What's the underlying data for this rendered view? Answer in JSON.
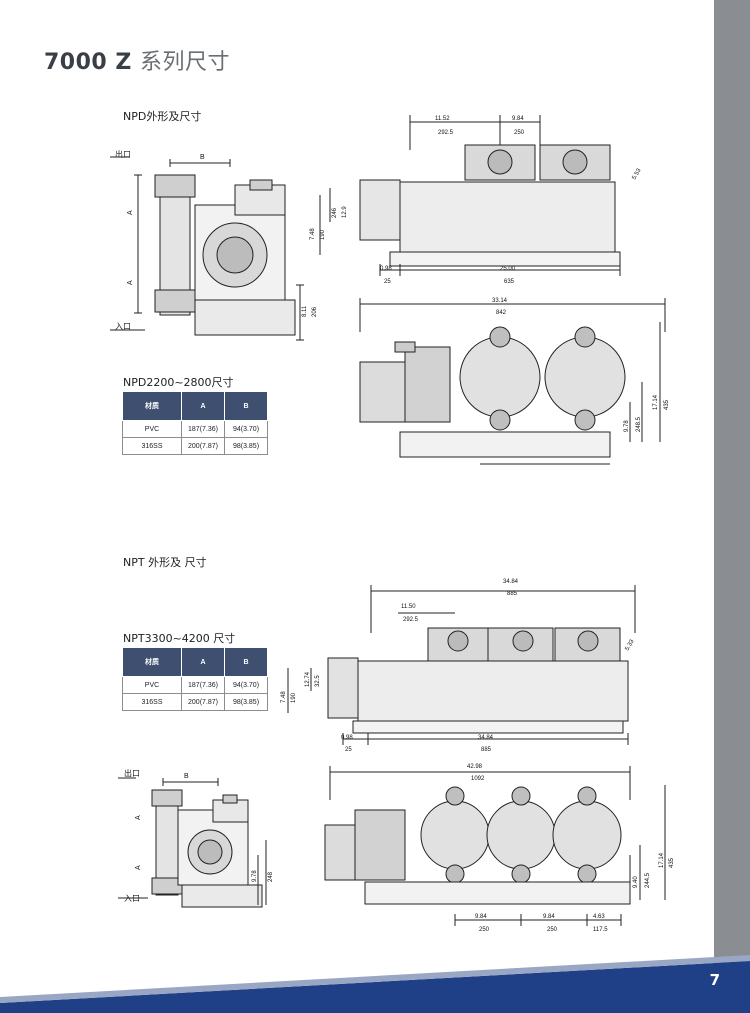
{
  "header": {
    "model": "7000 Z",
    "title_cn": "系列尺寸"
  },
  "npd": {
    "heading": "NPD外形及尺寸",
    "table_title": "NPD2200~2800尺寸",
    "columns": [
      "材质",
      "A",
      "B"
    ],
    "rows": [
      [
        "PVC",
        "187(7.36)",
        "94(3.70)"
      ],
      [
        "316SS",
        "200(7.87)",
        "98(3.85)"
      ]
    ],
    "side_labels": {
      "outlet": "出口",
      "inlet": "入口",
      "a": "A",
      "b": "B"
    },
    "side_dims": {
      "h_in": "8.11",
      "h_mm": "206"
    },
    "top_dims": {
      "d1_in": "11.52",
      "d1_mm": "292.5",
      "d2_in": "9.84",
      "d2_mm": "250",
      "angle": "5.53",
      "h1_in": "7.48",
      "h1_mm": "190",
      "h2": "246",
      "h3": "12.9",
      "base_in": "0.98",
      "base_mm": "25",
      "len_in": "25.00",
      "len_mm": "635"
    },
    "front_dims": {
      "w_in": "33.14",
      "w_mm": "842",
      "h1": "9.78",
      "h2": "248.5",
      "h3_in": "17.14",
      "h3_mm": "435"
    }
  },
  "npt": {
    "heading": "NPT 外形及 尺寸",
    "table_title": "NPT3300~4200 尺寸",
    "columns": [
      "材质",
      "A",
      "B"
    ],
    "rows": [
      [
        "PVC",
        "187(7.36)",
        "94(3.70)"
      ],
      [
        "316SS",
        "200(7.87)",
        "98(3.85)"
      ]
    ],
    "side_labels": {
      "outlet": "出口",
      "inlet": "入口",
      "a": "A",
      "b": "B"
    },
    "side_dims": {
      "h_in": "9.78",
      "h_mm": "248"
    },
    "top_dims": {
      "total_in": "34.84",
      "total_mm": "885",
      "d1_in": "11.50",
      "d1_mm": "292.5",
      "angle": "5.33",
      "h1": "7.48",
      "h2": "190",
      "h3": "12.74",
      "h4": "32.5",
      "base_in": "0.98",
      "base_mm": "25",
      "len_in": "34.84",
      "len_mm": "885"
    },
    "front_dims": {
      "w_in": "42.98",
      "w_mm": "1092",
      "h1": "9.40",
      "h2": "244.5",
      "h3_in": "17.14",
      "h3_mm": "435",
      "s1_in": "9.84",
      "s1_mm": "250",
      "s2_in": "9.84",
      "s2_mm": "250",
      "s3_in": "4.63",
      "s3_mm": "117.5"
    }
  },
  "footer": {
    "page_number": "7",
    "band_color": "#1f3f86"
  }
}
